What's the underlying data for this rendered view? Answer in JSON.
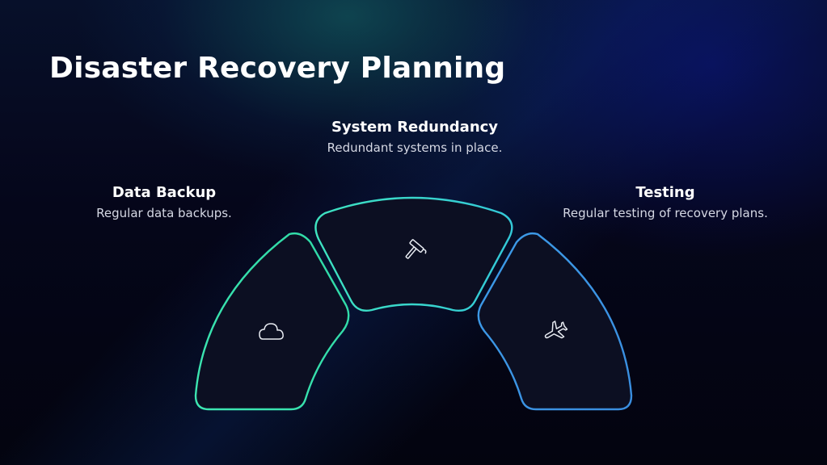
{
  "slide": {
    "title": "Disaster Recovery Planning"
  },
  "segments": [
    {
      "name": "Data Backup",
      "description": "Regular data backups.",
      "icon": "cloud-icon",
      "color": "#37e0b0"
    },
    {
      "name": "System Redundancy",
      "description": "Redundant systems in place.",
      "icon": "hammer-icon",
      "color": "#3fd6c8"
    },
    {
      "name": "Testing",
      "description": "Regular testing of recovery plans.",
      "icon": "airplane-icon",
      "color": "#3a9fe6"
    }
  ]
}
